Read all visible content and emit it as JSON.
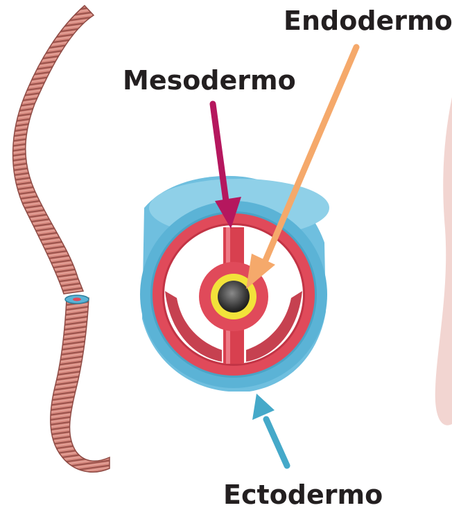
{
  "labels": {
    "endodermo": "Endodermo",
    "mesodermo": "Mesodermo",
    "ectodermo": "Ectodermo"
  },
  "colors": {
    "worm_body": "#d4847a",
    "worm_ring": "#8e4a44",
    "ectoderm": "#5bb3d6",
    "mesoderm": "#e04a5a",
    "endoderm": "#f2e23a",
    "mesodermo_arrow": "#b5175e",
    "endodermo_arrow": "#f5a96b",
    "ectodermo_arrow": "#45a9c9"
  }
}
